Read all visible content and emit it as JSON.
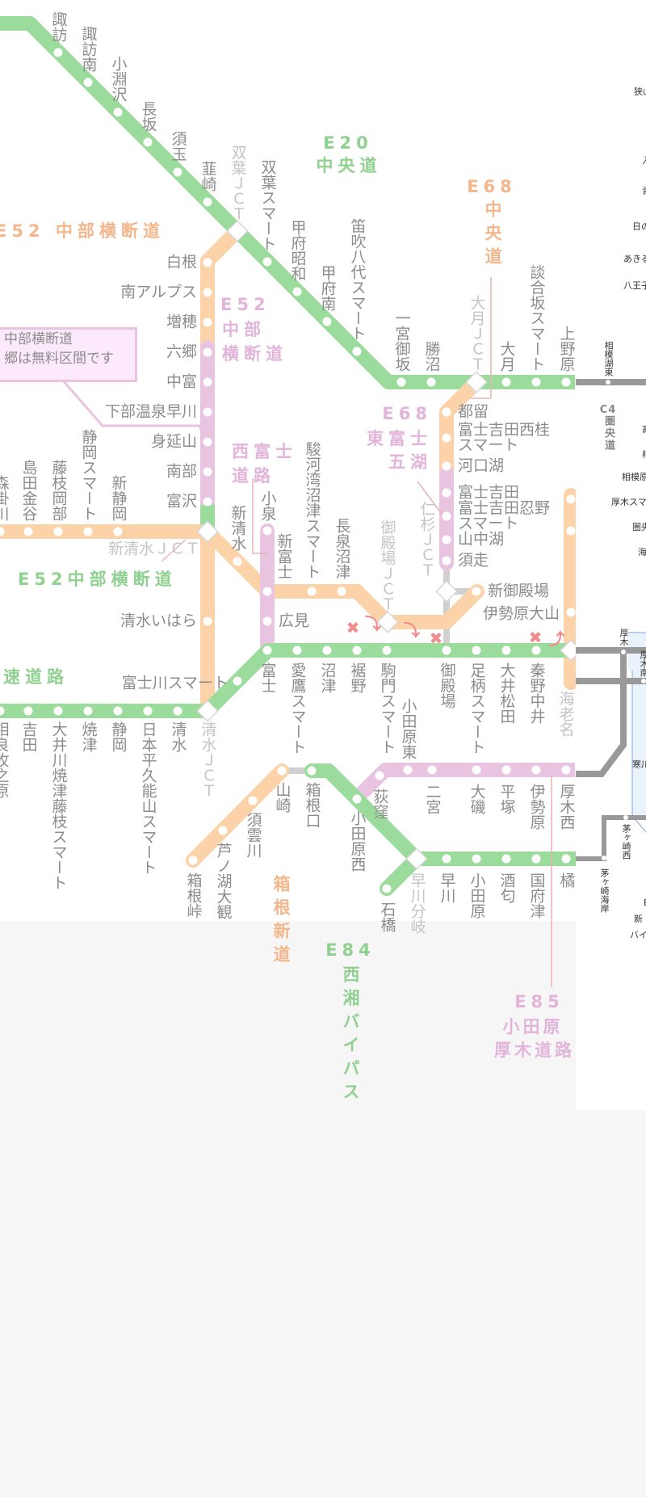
{
  "colors": {
    "chuo_green": "#9bdb9b",
    "orange": "#fcd3a8",
    "pink": "#e9c4e1",
    "connector_grey": "#d0d0d0",
    "ken_o_grey": "#999999",
    "restriction_red": "#f08c8c"
  },
  "route_labels": {
    "e20": {
      "code": "E20",
      "name": "中央道"
    },
    "e68_chuo": {
      "code": "E68",
      "name": "中央道"
    },
    "e52_orange": "E52 中部横断道",
    "e52_pink": {
      "code": "E52",
      "line1": "中部",
      "line2": "横断道"
    },
    "e52_green": "E52中部横断道",
    "nishifuji": {
      "line1": "西富士",
      "line2": "道路"
    },
    "e68_higashifuji": {
      "code": "E68",
      "line1": "東富士",
      "line2": "五湖"
    },
    "tomei_partial": "速道路",
    "hakone_shindo": "箱根新道",
    "e84": {
      "code": "E84",
      "name": "西湘バイパス"
    },
    "e85": {
      "code": "E85",
      "line1": "小田原",
      "line2": "厚木道路"
    },
    "c4": {
      "code": "C4",
      "name": "圏央道"
    }
  },
  "callout": {
    "line1": "中部横断道",
    "line2": "郷は無料区間です"
  },
  "icons": {
    "no_entry": "✖",
    "turn_down": "⤵",
    "turn_up": "⤴"
  },
  "stations": {
    "chuo_diag": [
      "諏訪",
      "諏訪南",
      "小淵沢",
      "長坂",
      "須玉",
      "韮崎",
      "双葉ＪＣＴ",
      "双葉スマート",
      "甲府昭和",
      "甲府南",
      "笛吹八代スマート"
    ],
    "chuo_horiz": [
      "一宮御坂",
      "勝沼",
      "大月ＪＣＴ",
      "大月",
      "談合坂スマート",
      "上野原"
    ],
    "e52_north": [
      "白根",
      "南アルプス",
      "増穂",
      "六郷",
      "中富",
      "下部温泉早川",
      "身延山",
      "南部",
      "富沢"
    ],
    "shintomei_west": [
      "森掛川",
      "島田金谷",
      "藤枝岡部",
      "静岡スマート",
      "新静岡"
    ],
    "e52_south": [
      "新清水ＪＣＴ",
      "清水いはら",
      "富士川スマート"
    ],
    "tomei_west": [
      "相良牧之原",
      "吉田",
      "大井川焼津藤枝スマート",
      "焼津",
      "静岡",
      "日本平久能山スマート",
      "清水",
      "清水ＪＣＴ"
    ],
    "shintomei_east": [
      "新清水",
      "新富士",
      "駿河湾沼津スマート",
      "長泉沼津",
      "御殿場ＪＣＴ",
      "新御殿場",
      "伊勢原大山"
    ],
    "nishifuji": [
      "小泉",
      "広見"
    ],
    "tomei_east": [
      "富士",
      "愛鷹スマート",
      "沼津",
      "裾野",
      "駒門スマート",
      "御殿場",
      "足柄スマート",
      "大井松田",
      "秦野中井",
      "海老名"
    ],
    "higashifuji": [
      "都留",
      "富士吉田西桂スマート",
      "河口湖",
      "富士吉田",
      "富士吉田忍野スマート",
      "山中湖",
      "須走",
      "仁杉ＪＣＴ"
    ],
    "hakone": [
      "箱根峠",
      "芦ノ湖大観",
      "須雲川",
      "山崎"
    ],
    "seisho": [
      "箱根口",
      "小田原西",
      "石橋",
      "早川分岐",
      "早川",
      "小田原",
      "酒匂",
      "国府津",
      "橘"
    ],
    "odaatsu": [
      "荻窪",
      "小田原東",
      "二宮",
      "大磯",
      "平塚",
      "伊勢原",
      "厚木西"
    ],
    "ken_o": [
      "狭山",
      "入",
      "青",
      "日の",
      "あきる",
      "八王子",
      "相模湖東",
      "高尾",
      "相模",
      "相模原愛",
      "厚木スマー",
      "圏央厚",
      "海老",
      "厚木",
      "厚木南",
      "寒川",
      "茅ヶ崎西",
      "茅ヶ崎海岸",
      "E",
      "新",
      "バイ"
    ]
  }
}
